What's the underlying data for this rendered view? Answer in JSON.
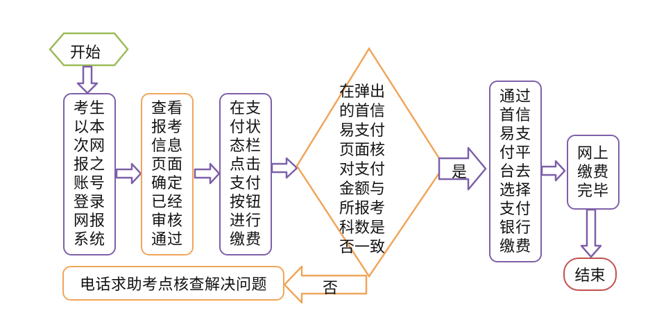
{
  "diagram": {
    "start": "开始",
    "step1": "考生\n以本\n次网\n报之\n账号\n登录\n网报\n系统",
    "step2": "查看\n报考\n信息\n页面\n确定\n已经\n审核\n通过",
    "step3": "在支\n付状\n态栏\n点击\n支付\n按钮\n进行\n缴费",
    "decision": "在弹出\n的首信\n易支付\n页面核\n对支付\n金额与\n所报考\n科数是\n否一致",
    "yes_label": "是",
    "no_label": "否",
    "step4": "通过\n首信\n易支\n付平\n台去\n选择\n支付\n银行\n缴费",
    "step5": "网上\n缴费\n完毕",
    "fail_box": "电话求助考点核查解决问题",
    "end": "结束"
  },
  "colors": {
    "purple": "#7d5fa8",
    "orange": "#f0a55a",
    "green": "#9bbb59",
    "red": "#c0504d"
  }
}
